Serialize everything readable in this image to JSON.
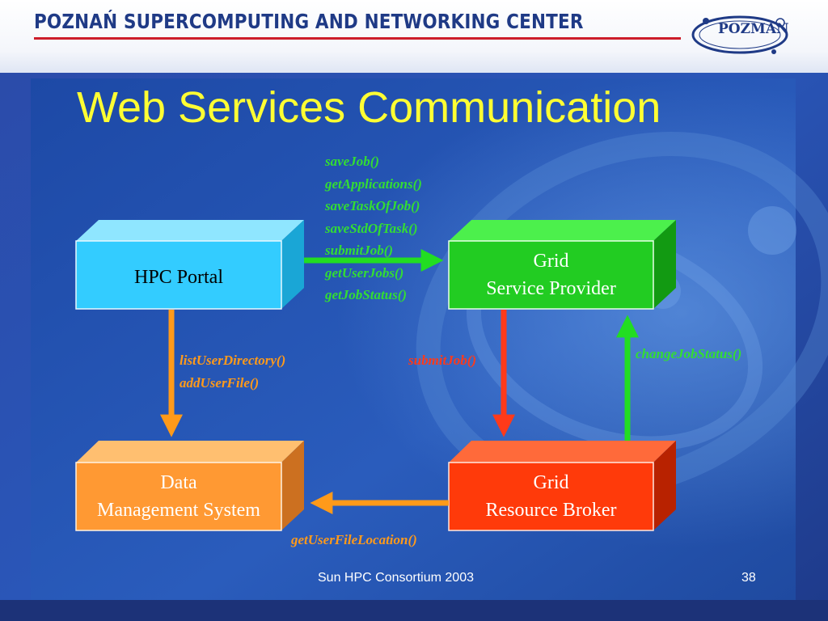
{
  "header": {
    "organization": "POZNAŃ SUPERCOMPUTING AND NETWORKING CENTER",
    "logo_text": "POZMAN",
    "colors": {
      "brand_blue": "#1f3a86",
      "brand_red": "#cc1d2a"
    }
  },
  "slide": {
    "title": "Web Services Communication",
    "title_color": "#ffff33",
    "footer": "Sun HPC Consortium 2003",
    "page_number": "38"
  },
  "diagram": {
    "nodes": {
      "hpc_portal": {
        "label": "HPC Portal",
        "color": "#33ccff"
      },
      "grid_service_provider": {
        "line1": "Grid",
        "line2": "Service Provider",
        "color": "#22cc22"
      },
      "data_management_system": {
        "line1": "Data",
        "line2": "Management System",
        "color": "#ff9933"
      },
      "grid_resource_broker": {
        "line1": "Grid",
        "line2": "Resource Broker",
        "color": "#ff3a0a"
      }
    },
    "calls": {
      "portal_to_gsp": [
        "saveJob()",
        "getApplications()",
        "saveTaskOfJob()",
        "saveStdOfTask()",
        "submitJob()",
        "getUserJobs()",
        "getJobStatus()"
      ],
      "portal_to_dms": [
        "listUserDirectory()",
        "addUserFile()"
      ],
      "gsp_to_grb": [
        "submitJob()"
      ],
      "grb_to_gsp": [
        "changeJobStatus()"
      ],
      "grb_to_dms": [
        "getUserFileLocation()"
      ]
    },
    "arrow_colors": {
      "green": "#22dd22",
      "orange": "#ff9a1a",
      "red": "#ff3a1a"
    }
  }
}
